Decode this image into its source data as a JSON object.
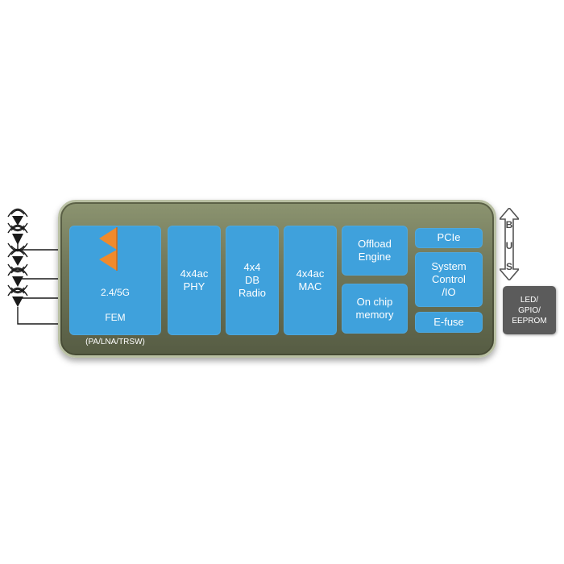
{
  "blocks": {
    "fem": {
      "line1": "2.4/5G",
      "line2": "FEM",
      "line3": "(PA/LNA/TRSW)"
    },
    "phy": "4x4ac\nPHY",
    "radio": "4x4\nDB\nRadio",
    "mac": "4x4ac\nMAC",
    "offload": "Offload\nEngine",
    "memory": "On chip\nmemory",
    "pcie": "PCIe",
    "system": "System\nControl\n/IO",
    "efuse": "E-fuse"
  },
  "external": "LED/\nGPIO/\nEEPROM",
  "bus": [
    "B",
    "U",
    "S"
  ],
  "colors": {
    "block_blue": "#3fa1dc",
    "chip_olive": "#6f7659",
    "triangle_orange": "#f08a2c",
    "external_gray": "#5b5b5b"
  },
  "icons": [
    "antenna-icon",
    "bidirectional-arrow-icon",
    "switch-triangle-icon"
  ]
}
